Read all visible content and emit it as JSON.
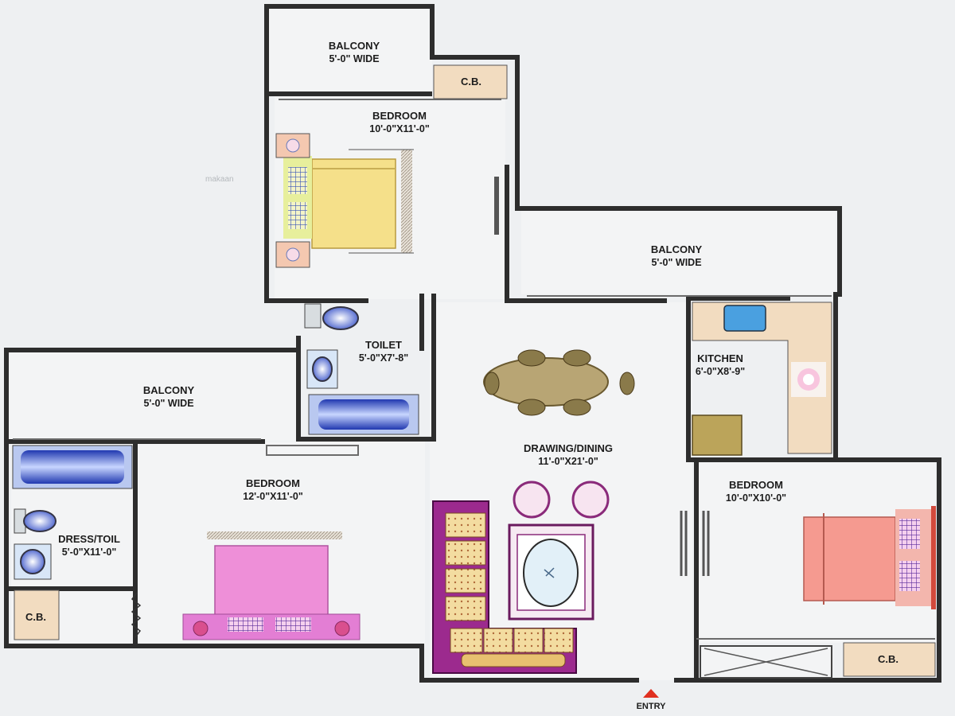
{
  "rooms": {
    "balcony_top": {
      "name": "BALCONY",
      "size": "5'-0\" WIDE"
    },
    "cb_top": {
      "name": "C.B."
    },
    "bedroom_top": {
      "name": "BEDROOM",
      "size": "10'-0\"X11'-0\""
    },
    "balcony_mid": {
      "name": "BALCONY",
      "size": "5'-0\" WIDE"
    },
    "toilet": {
      "name": "TOILET",
      "size": "5'-0\"X7'-8\""
    },
    "kitchen": {
      "name": "KITCHEN",
      "size": "6'-0\"X8'-9\""
    },
    "balcony_left": {
      "name": "BALCONY",
      "size": "5'-0\" WIDE"
    },
    "drawing_dining": {
      "name": "DRAWING/DINING",
      "size": "11'-0\"X21'-0\""
    },
    "bedroom_left": {
      "name": "BEDROOM",
      "size": "12'-0\"X11'-0\""
    },
    "dress_toilet": {
      "name": "DRESS/TOIL",
      "size": "5'-0\"X11'-0\""
    },
    "cb_left": {
      "name": "C.B."
    },
    "bedroom_right": {
      "name": "BEDROOM",
      "size": "10'-0\"X10'-0\""
    },
    "cb_right": {
      "name": "C.B."
    }
  },
  "entry_label": "ENTRY",
  "watermark": "makaan",
  "colors": {
    "wall": "#2d2d2d",
    "floor": "#eef0f2",
    "cabinet": "#f2dcc0",
    "bed_yellow": "#f5e08a",
    "bed_pink": "#ee8fd8",
    "bed_coral": "#f59a90",
    "sofa_purple": "#9c2a8e",
    "sofa_cushion": "#f3dca0",
    "dining_table": "#b8a574",
    "fixture_blue": "#3f5fd0"
  }
}
